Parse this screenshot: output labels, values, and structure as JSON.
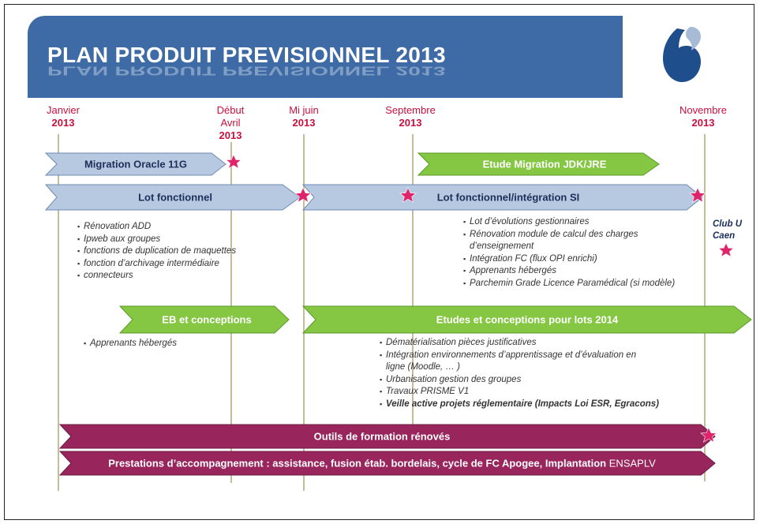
{
  "header": {
    "title": "PLAN PRODUIT PREVISIONNEL 2013"
  },
  "logo": {
    "name": "organization-logo",
    "colors": [
      "#1f4e8c",
      "#a7bad6"
    ]
  },
  "colors": {
    "header_bg": "#3e6ba5",
    "milestone_text": "#c8103e",
    "blue_bar": "#b7c9e0",
    "green_bar": "#85c743",
    "magenta_bar": "#98265c",
    "star": "#e0246b",
    "timeline_line": "#c5bc9a"
  },
  "milestones": [
    {
      "label": "Janvier",
      "year": "2013"
    },
    {
      "label": "Début Avril",
      "year": "2013"
    },
    {
      "label": "Mi juin",
      "year": "2013"
    },
    {
      "label": "Septembre",
      "year": "2013"
    },
    {
      "label": "Novembre",
      "year": "2013"
    }
  ],
  "bars": {
    "migration_oracle": "Migration Oracle 11G",
    "etude_migration": "Etude Migration JDK/JRE",
    "lot_fonctionnel": "Lot fonctionnel",
    "lot_integration": "Lot fonctionnel/intégration SI",
    "eb_conceptions": "EB et conceptions",
    "etudes_2014": "Etudes et conceptions pour lots 2014",
    "outils_formation": "Outils de formation rénovés",
    "prestations": "Prestations d’accompagnement : assistance, fusion étab. bordelais, cycle de FC Apogee, Implantation",
    "prestations_suffix": "ENSAPLV"
  },
  "lists": {
    "lot_fonctionnel_items": [
      "Rénovation ADD",
      "Ipweb aux groupes",
      "fonctions de duplication de maquettes",
      "fonction d’archivage intermédiaire",
      "connecteurs"
    ],
    "lot_integration_items": [
      "Lot d’évolutions gestionnaires",
      "Rénovation module de calcul des charges",
      "d’enseignement",
      "Intégration FC (flux OPI enrichi)",
      "Apprenants hébergés",
      "Parchemin Grade Licence Paramédical (si modèle)"
    ],
    "eb_items": [
      "Apprenants hébergés"
    ],
    "etudes_items": [
      "Dématérialisation pièces justificatives",
      "Intégration environnements d’apprentissage et d’évaluation en",
      "ligne (Moodle, … )",
      "Urbanisation gestion des groupes",
      "Travaux PRISME V1",
      "Veille active projets réglementaire (Impacts Loi ESR, Egracons)"
    ]
  },
  "club": {
    "line1": "Club U",
    "line2": "Caen"
  }
}
